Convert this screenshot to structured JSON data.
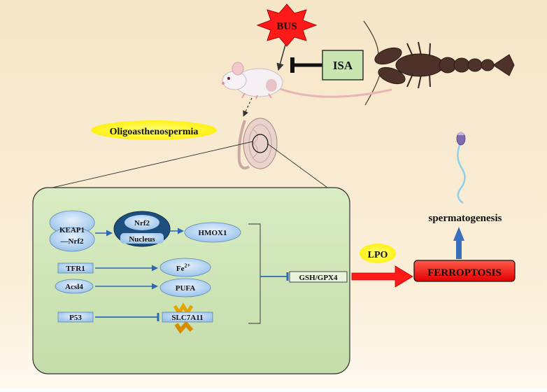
{
  "labels": {
    "bus": "BUS",
    "isa": "ISA",
    "oligo": "Oligoasthenospermia",
    "keap1": "KEAP1",
    "keap1_nrf2": "—Nrf2",
    "nrf2": "Nrf2",
    "nucleus": "Nucleus",
    "hmox1": "HMOX1",
    "tfr1": "TFR1",
    "fe": "Fe",
    "fe_sup": "2+",
    "acsl4": "Acsl4",
    "pufa": "PUFA",
    "p53": "P53",
    "slc7a11": "SLC7A11",
    "gsh_gpx4": "GSH/GPX4",
    "lpo": "LPO",
    "ferroptosis": "FERROPTOSIS",
    "spermatogenesis": "spermatogenesis"
  },
  "colors": {
    "bus_star": "#ff1a1a",
    "isa_box": "#c9e6b0",
    "oligo_bubble": "#ffff33",
    "panel_fill": "#cfe3b6",
    "node_fill": "#b9d5f2",
    "nucleus_dark": "#1d4f7e",
    "arrow_blue": "#2d68b5",
    "ferroptosis_box": "#ff2020",
    "lpo_arrow": "#ff2020",
    "lobster": "#4e3229"
  },
  "icons": {
    "mouse": "mouse-illustration",
    "crayfish": "crayfish-illustration",
    "testis": "testis-illustration",
    "sperm": "sperm-illustration",
    "transporter": "slc7a11-transporter-icon"
  }
}
